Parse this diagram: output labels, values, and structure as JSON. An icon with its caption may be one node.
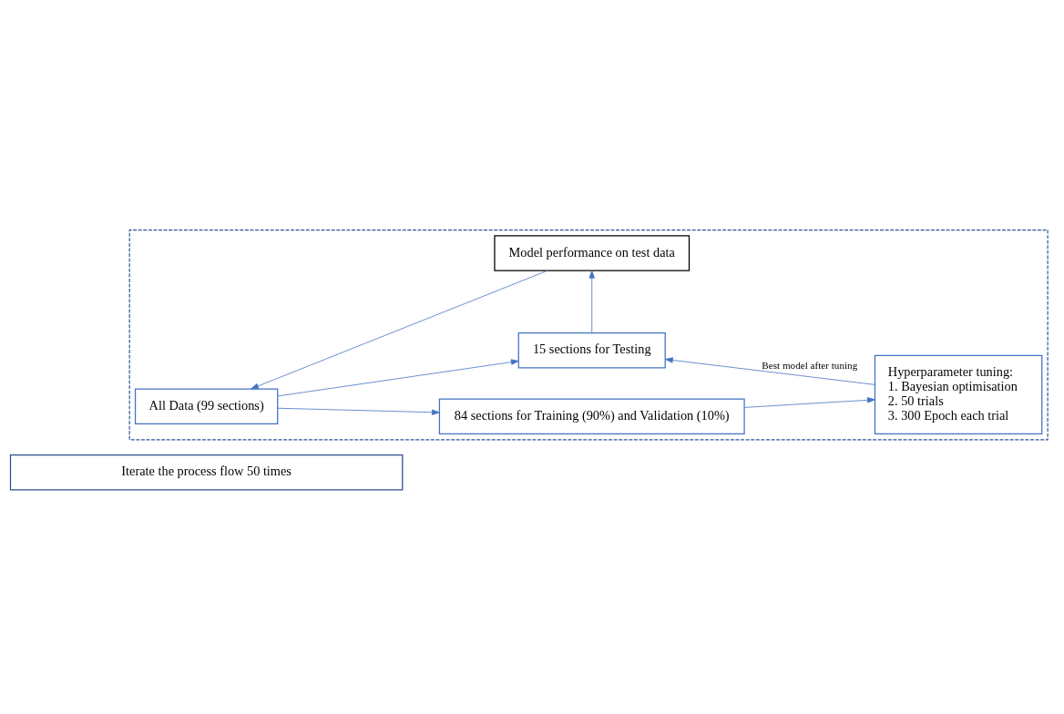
{
  "diagram": {
    "nodes": [
      {
        "text": [
          "Iterate the process flow 50 times"
        ]
      },
      {
        "text": [],
        "shape": "box"
      },
      {
        "text": [
          "All Data (99 sections)"
        ],
        "in": 1
      },
      {
        "text": [
          "84 sections for Training (90%) and Validation (10%)"
        ],
        "in": 1
      },
      {
        "text": [
          "Hyperparameter tuning:",
          "1. Bayesian optimisation",
          "2. 50 trials",
          "3. 300 Epoch each trial"
        ],
        "in": 1
      },
      {
        "text": [
          "15 sections for Testing"
        ],
        "in": 1
      },
      {
        "text": [
          "Model performance on test data"
        ],
        "in": 1
      }
    ],
    "edges": [
      {
        "from": 2,
        "to": 3,
        "arrow": "to"
      },
      {
        "from": 2,
        "to": 5,
        "arrow": "to"
      },
      {
        "from": 3,
        "to": 4,
        "arrow": "to"
      },
      {
        "from": 4,
        "to": 5,
        "arrow": "to",
        "label": "Best model after tuning"
      },
      {
        "from": 5,
        "to": 6,
        "arrow": "to"
      },
      {
        "from": 6,
        "to": 2,
        "arrow": "to"
      }
    ]
  }
}
